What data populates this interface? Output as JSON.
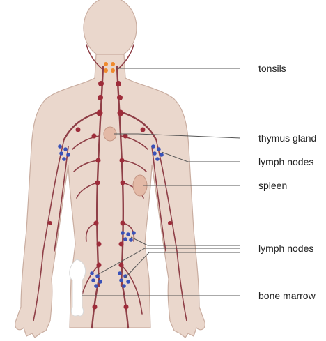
{
  "labels": {
    "tonsils": "tonsils",
    "thymus_gland": "thymus gland",
    "lymph_nodes_axillary": "lymph nodes",
    "spleen": "spleen",
    "lymph_nodes_lower": "lymph nodes",
    "bone_marrow": "bone marrow"
  },
  "colors": {
    "skin": "#ead7cc",
    "vessel": "#8f3f47",
    "red_node": "#9e2c3a",
    "blue_node": "#3a52b8",
    "tonsil_node": "#f08a2c"
  }
}
